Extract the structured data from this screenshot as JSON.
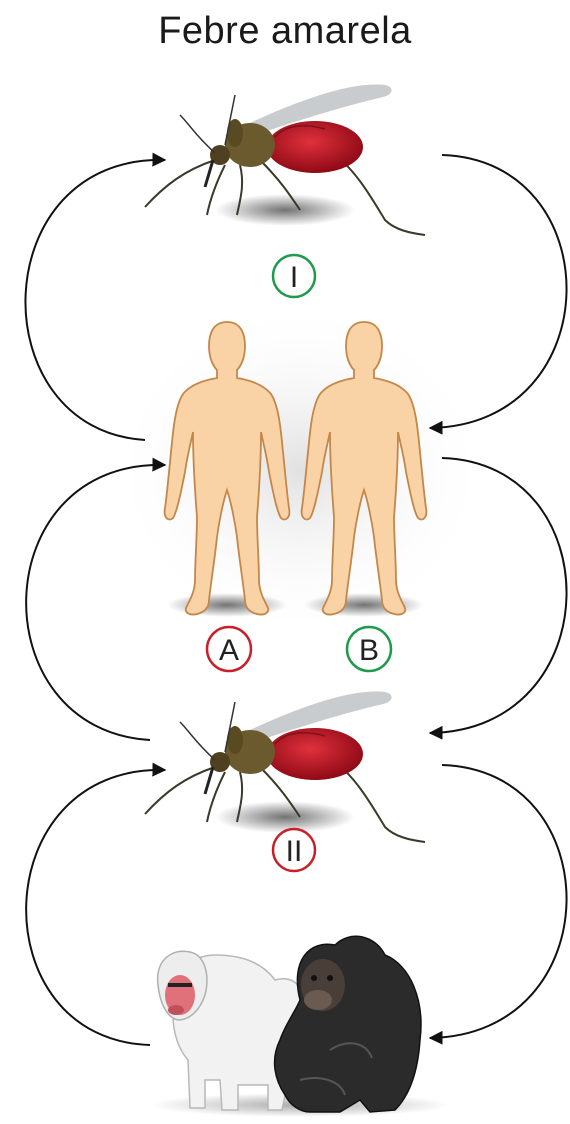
{
  "title": "Febre amarela",
  "labels": {
    "cycle_I": "I",
    "cycle_II": "II",
    "human_A": "A",
    "human_B": "B"
  },
  "colors": {
    "green_circle": "#1e9a4a",
    "red_circle": "#c8202a",
    "skin": "#f9d2a6",
    "skin_outline": "#c4874a",
    "mosquito_body": "#6b5a2e",
    "mosquito_abdomen": "#b01020",
    "arrow": "#111111",
    "baboon": "#f2f2f2",
    "chimp": "#2b2b2b"
  },
  "icons": [
    "mosquito-icon",
    "human-silhouette-icon",
    "baboon-icon",
    "chimpanzee-icon",
    "arrow-icon"
  ]
}
